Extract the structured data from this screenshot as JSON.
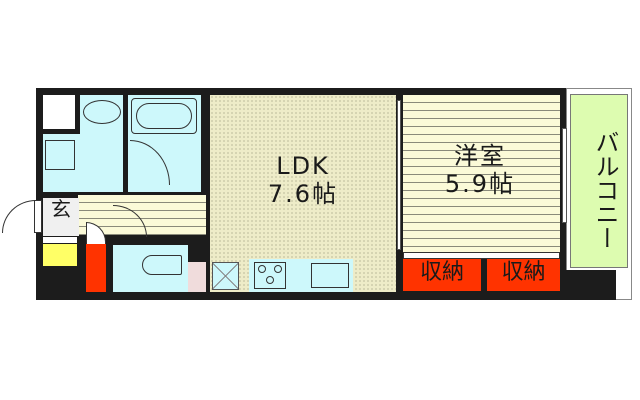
{
  "floor_plan": {
    "rooms": {
      "ldk": {
        "name": "LDK",
        "size": "7.6帖"
      },
      "western_room": {
        "name": "洋室",
        "size": "5.9帖"
      },
      "balcony": {
        "name": "バルコニー"
      },
      "entrance": {
        "name": "玄"
      },
      "storage_1": {
        "name": "収納"
      },
      "storage_2": {
        "name": "収納"
      }
    },
    "colors": {
      "wall": "#1c1c1c",
      "ldk_floor": "#eeecc8",
      "room_floor": "#fbfad8",
      "wet_area": "#cdf8fb",
      "storage": "#ff3300",
      "balcony": "#ddfcb0",
      "shoe_box": "#ffff66"
    }
  }
}
